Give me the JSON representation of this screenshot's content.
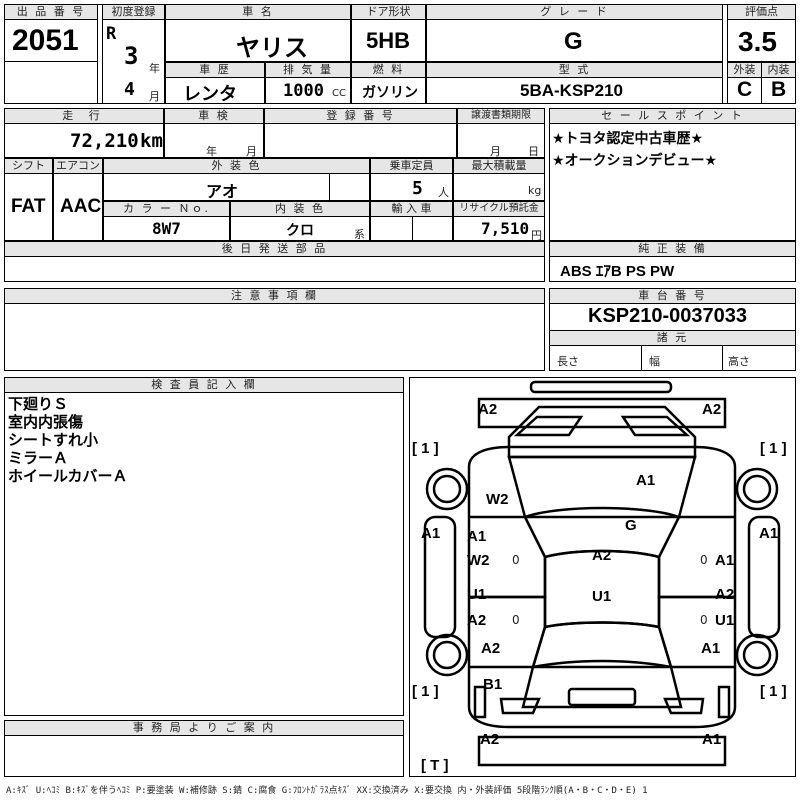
{
  "header": {
    "lot_label": "出 品 番 号",
    "lot_number": "2051",
    "first_reg_label": "初度登録",
    "era": "R",
    "year": "3",
    "year_unit": "年",
    "month": "4",
    "month_unit": "月",
    "car_name_label": "車 名",
    "car_name": "ヤリス",
    "door_label": "ドア形状",
    "door": "5HB",
    "grade_label": "グ レ ー ド",
    "grade": "G",
    "score_label": "評価点",
    "score": "3.5",
    "history_label": "車 歴",
    "history": "レンタ",
    "displacement_label": "排 気 量",
    "displacement": "1000",
    "displacement_unit": "CC",
    "fuel_label": "燃 料",
    "fuel": "ガソリン",
    "model_label": "型 式",
    "model": "5BA-KSP210",
    "exterior_label": "外装",
    "exterior": "C",
    "interior_label": "内装",
    "interior": "B"
  },
  "row2": {
    "mileage_label": "走 行",
    "mileage": "72,210",
    "mileage_unit": "km",
    "inspection_label": "車 検",
    "insp_year_unit": "年",
    "insp_month_unit": "月",
    "regno_label": "登 録 番 号",
    "transfer_label": "譲渡書類期限",
    "transfer_month_unit": "月",
    "transfer_day_unit": "日",
    "shift_label": "シフト",
    "shift": "FAT",
    "ac_label": "エアコン",
    "ac": "AAC",
    "color_label": "外 装 色",
    "color": "アオ",
    "capacity_label": "乗車定員",
    "capacity": "5",
    "capacity_unit": "人",
    "load_label": "最大積載量",
    "load_unit": "kg",
    "color_no_label": "カ ラ ー Ｎｏ.",
    "color_no": "8W7",
    "interior_color_label": "内 装 色",
    "interior_color": "クロ",
    "interior_color_unit": "系",
    "import_label": "輸 入 車",
    "recycle_label": "リサイクル預託金",
    "recycle": "7,510",
    "recycle_unit": "円",
    "later_label": "後 日 発 送 部 品"
  },
  "sales_points": {
    "label": "セ ー ル ス ポ イ ン ト",
    "items": [
      "★トヨタ認定中古車歴★",
      "★オークションデビュー★"
    ]
  },
  "equipment": {
    "label": "純 正 装 備",
    "value": "ABS ｴｱB PS PW"
  },
  "notes": {
    "label": "注 意 事 項 欄"
  },
  "chassis": {
    "label": "車 台 番 号",
    "value": "KSP210-0037033",
    "dims_label": "諸 元",
    "length_label": "長さ",
    "width_label": "幅",
    "height_label": "高さ"
  },
  "inspector": {
    "label": "検 査 員 記 入 欄",
    "lines": [
      "下廻りＳ",
      "室内内張傷",
      "シートすれ小",
      "ミラーＡ",
      "ホイールカバーＡ"
    ]
  },
  "office": {
    "label": "事 務 局 よ り ご 案 内"
  },
  "diagram": {
    "top_left": "A2",
    "top_right": "A2",
    "bracket_left_top": "[ 1 ]",
    "bracket_right_top": "[ 1 ]",
    "bracket_left_bottom": "[ 1 ]",
    "bracket_right_bottom": "[ 1 ]",
    "bracket_bottom": "[ T ]",
    "hood": "A1",
    "windshield_w": "W2",
    "glass_g": "G",
    "fender_left": "A1",
    "fender_right": "A1",
    "door_lf_1": "A1",
    "door_lf_2": "W2",
    "door_rf": "A1",
    "roof": "A2",
    "roof_2": "U1",
    "door_lr_1": "U1",
    "door_lr_2": "A2",
    "door_rr_1": "A2",
    "door_rr_2": "U1",
    "quarter_left": "A2",
    "quarter_right": "A1",
    "rear_b": "B1",
    "bottom_left": "A2",
    "bottom_right": "A1",
    "zero_marks": [
      "0",
      "0",
      "0",
      "0"
    ]
  },
  "legend": "A:ｷｽﾞ  U:ﾍｺﾐ B:ｷｽﾞを伴うﾍｺﾐ P:要塗装 W:補修跡 S:錆 C:腐食 G:ﾌﾛﾝﾄｶﾞﾗｽ点ｷｽﾞ  XX:交換済み X:要交換  内・外装評価  5段階ﾗﾝｸ順(A・B・C・D・E) 1"
}
